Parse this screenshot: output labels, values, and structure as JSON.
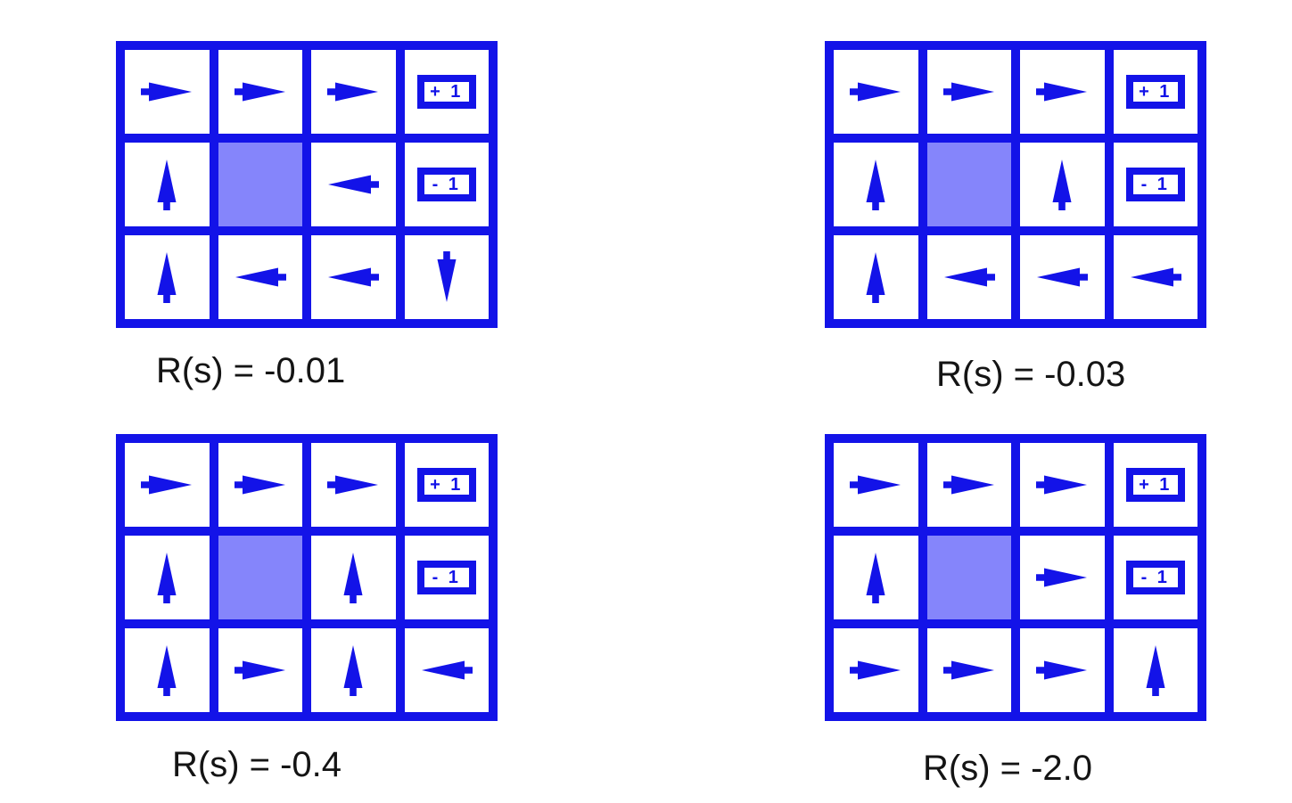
{
  "page": {
    "background": "#ffffff"
  },
  "figure": {
    "colors": {
      "blue": "#1313e8",
      "wall_fill": "#8585fb",
      "cell_fill": "#ffffff",
      "caption_text": "#141414"
    },
    "terminal_labels": {
      "positive": "+ 1",
      "negative": "- 1"
    },
    "grids": [
      {
        "caption": "R(s) = -0.01",
        "rows": [
          [
            "right",
            "right",
            "right",
            "plus"
          ],
          [
            "up",
            "wall",
            "left",
            "minus"
          ],
          [
            "up",
            "left",
            "left",
            "down"
          ]
        ]
      },
      {
        "caption": "R(s) = -0.03",
        "rows": [
          [
            "right",
            "right",
            "right",
            "plus"
          ],
          [
            "up",
            "wall",
            "up",
            "minus"
          ],
          [
            "up",
            "left",
            "left",
            "left"
          ]
        ]
      },
      {
        "caption": "R(s) = -0.4",
        "rows": [
          [
            "right",
            "right",
            "right",
            "plus"
          ],
          [
            "up",
            "wall",
            "up",
            "minus"
          ],
          [
            "up",
            "right",
            "up",
            "left"
          ]
        ]
      },
      {
        "caption": "R(s) = -2.0",
        "rows": [
          [
            "right",
            "right",
            "right",
            "plus"
          ],
          [
            "up",
            "wall",
            "right",
            "minus"
          ],
          [
            "right",
            "right",
            "right",
            "up"
          ]
        ]
      }
    ]
  }
}
